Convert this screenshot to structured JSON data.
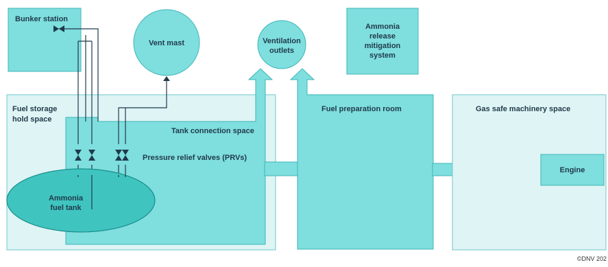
{
  "labels": {
    "bunker_station": "Bunker station",
    "vent_mast": "Vent mast",
    "ventilation_outlets_1": "Ventilation",
    "ventilation_outlets_2": "outlets",
    "ammonia_release_1": "Ammonia",
    "ammonia_release_2": "release",
    "ammonia_release_3": "mitigation",
    "ammonia_release_4": "system",
    "fuel_storage_1": "Fuel storage",
    "fuel_storage_2": "hold space",
    "tank_connection_space": "Tank connection space",
    "pressure_relief_valves": "Pressure relief valves (PRVs)",
    "ammonia_tank_1": "Ammonia",
    "ammonia_tank_2": "fuel tank",
    "fuel_preparation_room": "Fuel preparation room",
    "gas_safe_machinery_space": "Gas safe machinery space",
    "engine": "Engine"
  },
  "credit": "©DNV 202",
  "colors": {
    "light_fill": "#dff4f5",
    "mid_fill": "#7fdede",
    "dark_fill": "#40c4c0",
    "line": "#1f3a4a"
  }
}
